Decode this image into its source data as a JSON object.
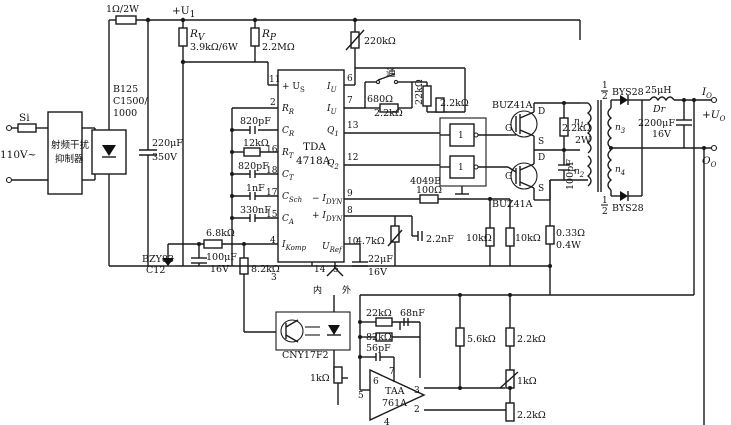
{
  "labels": {
    "r_input": "1Ω/2W",
    "u1": "+U",
    "u1_sub": "1",
    "rv": "R",
    "rv_sub": "V",
    "rv_val": "3.9kΩ/6W",
    "rp": "R",
    "rp_sub": "P",
    "rp_val": "2.2MΩ",
    "pot220": "220kΩ",
    "switch_on": "通",
    "r680": "680Ω",
    "r2k2a": "2.2kΩ",
    "r22k": "22kΩ",
    "r2k2b": "2.2kΩ",
    "ic_name1": "TDA",
    "ic_name2": "4718A",
    "bridge1": "B125",
    "bridge2": "C1500/",
    "bridge3": "1000",
    "filter1": "射频干扰",
    "filter2": "抑制器",
    "fuse": "Si",
    "vac": "110V~",
    "c220u1": "220μF",
    "c220u2": "350V",
    "c820a": "820pF",
    "c820b": "820pF",
    "r12k": "12kΩ",
    "c1n": "1nF",
    "c330n": "330nF",
    "gate": "4049B",
    "r100": "100Ω",
    "c2n2": "2.2nF",
    "r10ka": "10kΩ",
    "r10kb": "10kΩ",
    "rsh1": "0.33Ω",
    "rsh2": "0.4W",
    "buz_top": "BUZ41A",
    "buz_bot": "BUZ41A",
    "r2k2w1": "2.2kΩ",
    "r2k2w2": "2W",
    "c100p": "100pF",
    "bys_top": "BYS28",
    "bys_bot": "BYS28",
    "half": "1",
    "half_den": "2",
    "ind": "25μH",
    "dr": "Dr",
    "c2200a": "2200μF",
    "c2200b": "16V",
    "io": "I",
    "io_sub": "O",
    "uo": "+U",
    "uo_sub": "O",
    "o0": "O",
    "o0_sub": "O",
    "n1": "n",
    "n2": "n",
    "n3": "n",
    "n4": "n",
    "zener1": "BZY83",
    "zener2": "C12",
    "r6k8": "6.8kΩ",
    "c100u1": "100μF",
    "c100u2": "16V",
    "r8k2": "8.2kΩ",
    "r4k7": "4.7kΩ",
    "c22u1": "22μF",
    "c22u2": "16V",
    "inner": "内",
    "outer": "外",
    "opto": "CNY17F2",
    "r22kb": "22kΩ",
    "r82k": "82kΩ",
    "c68n": "68nF",
    "c56p": "56pF",
    "r1k": "1kΩ",
    "opamp1": "TAA",
    "opamp2": "761A",
    "r5k6": "5.6kΩ",
    "r2k2c": "2.2kΩ",
    "r1kpot": "1kΩ",
    "r2k2d": "2.2kΩ",
    "pin_us": "+ U",
    "pin_us_sub": "S",
    "pin_rr": "R",
    "pin_rr_sub": "R",
    "pin_cr": "C",
    "pin_cr_sub": "R",
    "pin_rt": "R",
    "pin_rt_sub": "T",
    "pin_ct": "C",
    "pin_ct_sub": "T",
    "pin_csch": "C",
    "pin_csch_sub": "Sch",
    "pin_ca": "C",
    "pin_ca_sub": "A",
    "pin_ikomp": "I",
    "pin_ikomp_sub": "Komp",
    "pin_iu": "I",
    "pin_iu_sub": "U",
    "pin_iu2": "I",
    "pin_iu2_sub": "U",
    "pin_q1": "Q",
    "pin_q1_sub": "1",
    "pin_q2": "Q",
    "pin_q2_sub": "2",
    "pin_idyn_m": "− I",
    "pin_idyn_m_sub": "DYN",
    "pin_idyn_p": "+ I",
    "pin_idyn_p_sub": "DYN",
    "pin_ures": "U",
    "pin_ures_sub": "Ref",
    "pins": {
      "p11": "11",
      "p3": "3",
      "p6": "6",
      "p7": "7",
      "p13": "13",
      "p12": "12",
      "p9": "9",
      "p8": "8",
      "p10": "10",
      "p14": "14",
      "p5": "5",
      "p4": "4",
      "p15": "15",
      "p17": "17",
      "p18": "18",
      "p16": "16",
      "p2": "2",
      "op6": "6",
      "op7": "7",
      "op5": "5",
      "op3": "3",
      "op2": "2",
      "op4": "4"
    },
    "d_top": "D",
    "g_top": "G",
    "s_top": "S",
    "d_bot": "D",
    "g_bot": "G",
    "s_bot": "S",
    "g1": "1",
    "g2": "1"
  }
}
